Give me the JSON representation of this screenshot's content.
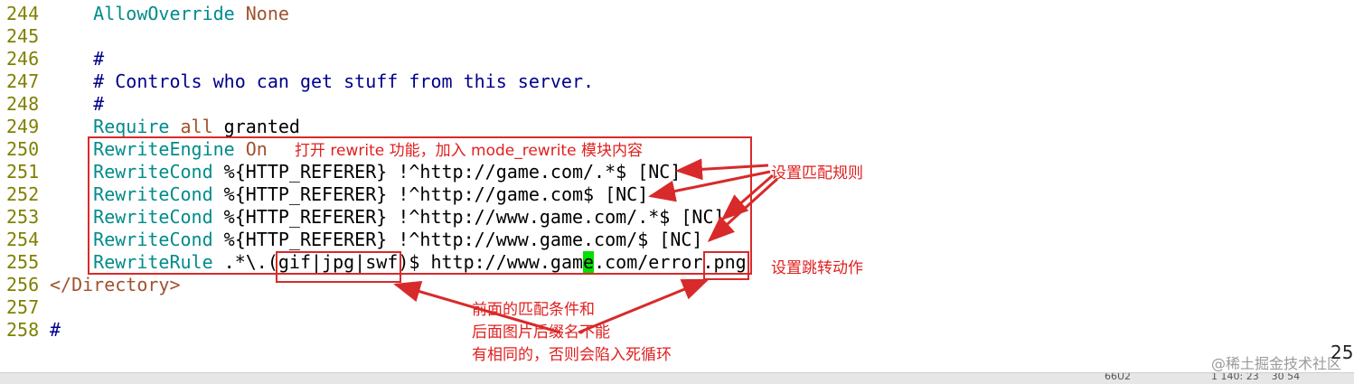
{
  "lines": [
    {
      "num": "244",
      "indent": "    ",
      "parts": [
        {
          "t": "AllowOverride",
          "c": "kw"
        },
        {
          "t": " ",
          "c": "txt"
        },
        {
          "t": "None",
          "c": "val"
        }
      ]
    },
    {
      "num": "245",
      "indent": "",
      "parts": []
    },
    {
      "num": "246",
      "indent": "    ",
      "parts": [
        {
          "t": "#",
          "c": "cmt"
        }
      ]
    },
    {
      "num": "247",
      "indent": "    ",
      "parts": [
        {
          "t": "# Controls who can get stuff from this server.",
          "c": "cmt"
        }
      ]
    },
    {
      "num": "248",
      "indent": "    ",
      "parts": [
        {
          "t": "#",
          "c": "cmt"
        }
      ]
    },
    {
      "num": "249",
      "indent": "    ",
      "parts": [
        {
          "t": "Require",
          "c": "kw"
        },
        {
          "t": " ",
          "c": "txt"
        },
        {
          "t": "all",
          "c": "val"
        },
        {
          "t": " granted",
          "c": "txt"
        }
      ]
    },
    {
      "num": "250",
      "indent": "    ",
      "parts": [
        {
          "t": "RewriteEngine",
          "c": "kw"
        },
        {
          "t": " ",
          "c": "txt"
        },
        {
          "t": "On",
          "c": "val"
        }
      ]
    },
    {
      "num": "251",
      "indent": "    ",
      "parts": [
        {
          "t": "RewriteCond",
          "c": "kw"
        },
        {
          "t": " %{HTTP_REFERER} !^http://game.com/.*$ [NC]",
          "c": "txt"
        }
      ]
    },
    {
      "num": "252",
      "indent": "    ",
      "parts": [
        {
          "t": "RewriteCond",
          "c": "kw"
        },
        {
          "t": " %{HTTP_REFERER} !^http://game.com$ [NC]",
          "c": "txt"
        }
      ]
    },
    {
      "num": "253",
      "indent": "    ",
      "parts": [
        {
          "t": "RewriteCond",
          "c": "kw"
        },
        {
          "t": " %{HTTP_REFERER} !^http://www.game.com/.*$ [NC]",
          "c": "txt"
        }
      ]
    },
    {
      "num": "254",
      "indent": "    ",
      "parts": [
        {
          "t": "RewriteCond",
          "c": "kw"
        },
        {
          "t": " %{HTTP_REFERER} !^http://www.game.com/$ [NC]",
          "c": "txt"
        }
      ]
    },
    {
      "num": "255",
      "indent": "    ",
      "parts": [
        {
          "t": "RewriteRule",
          "c": "kw"
        },
        {
          "t": " .*\\.(gif|jpg|swf)$ http://www.gam",
          "c": "txt"
        },
        {
          "t": "e",
          "c": "cur"
        },
        {
          "t": ".com/error.png",
          "c": "txt"
        }
      ]
    },
    {
      "num": "256",
      "indent": "",
      "parts": [
        {
          "t": "</Directory>",
          "c": "val"
        }
      ]
    },
    {
      "num": "257",
      "indent": "",
      "parts": []
    },
    {
      "num": "258",
      "indent": "",
      "parts": [
        {
          "t": "#",
          "c": "cmt"
        }
      ]
    }
  ],
  "annotations": {
    "module": "打开 rewrite 功能，加入 mode_rewrite 模块内容",
    "rules": "设置匹配规则",
    "action": "设置跳转动作",
    "note_line1": "前面的匹配条件和",
    "note_line2": "后面图片后缀名不能",
    "note_line3": "有相同的，否则会陷入死循环"
  },
  "watermark": "@稀土掘金技术社区",
  "edge_number": "25",
  "status": {
    "left": "66U2",
    "right": "1 140: 23    30 54"
  },
  "colors": {
    "annotation": "#d82a2a",
    "keyword": "#008b8b",
    "value": "#a0522d",
    "comment": "#00008b",
    "cursor": "#00e000",
    "line_number": "#808000"
  }
}
